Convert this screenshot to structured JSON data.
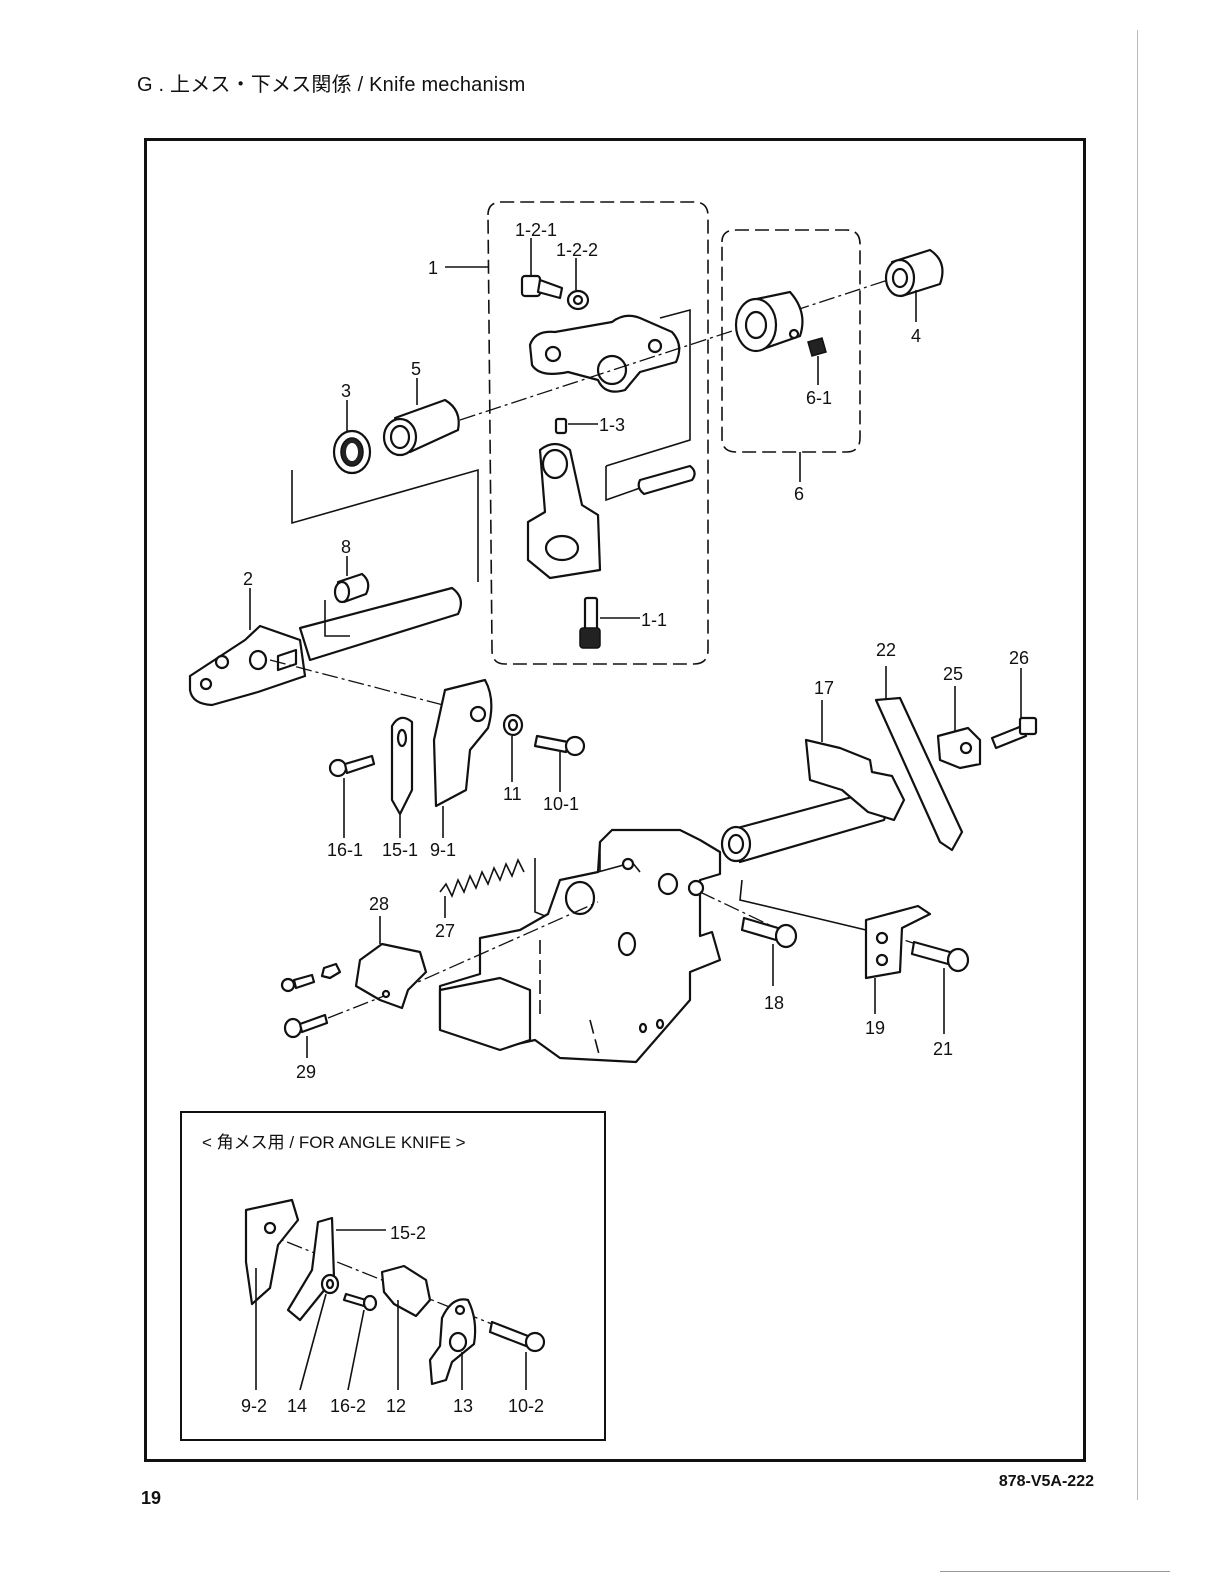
{
  "header": {
    "title": "G . 上メス・下メス関係 / Knife mechanism"
  },
  "footer": {
    "page_number": "19",
    "doc_code": "878-V5A-222"
  },
  "inset": {
    "title": "< 角メス用 / FOR ANGLE KNIFE >"
  },
  "labels": {
    "p1": "1",
    "p1_2_1": "1-2-1",
    "p1_2_2": "1-2-2",
    "p1_3": "1-3",
    "p1_1": "1-1",
    "p2": "2",
    "p3": "3",
    "p4": "4",
    "p5": "5",
    "p6": "6",
    "p6_1": "6-1",
    "p8": "8",
    "p9_1": "9-1",
    "p10_1": "10-1",
    "p11": "11",
    "p15_1": "15-1",
    "p16_1": "16-1",
    "p17": "17",
    "p18": "18",
    "p19": "19",
    "p21": "21",
    "p22": "22",
    "p25": "25",
    "p26": "26",
    "p27": "27",
    "p28": "28",
    "p29": "29",
    "p9_2": "9-2",
    "p14": "14",
    "p16_2": "16-2",
    "p12": "12",
    "p13": "13",
    "p10_2": "10-2",
    "p15_2": "15-2"
  }
}
